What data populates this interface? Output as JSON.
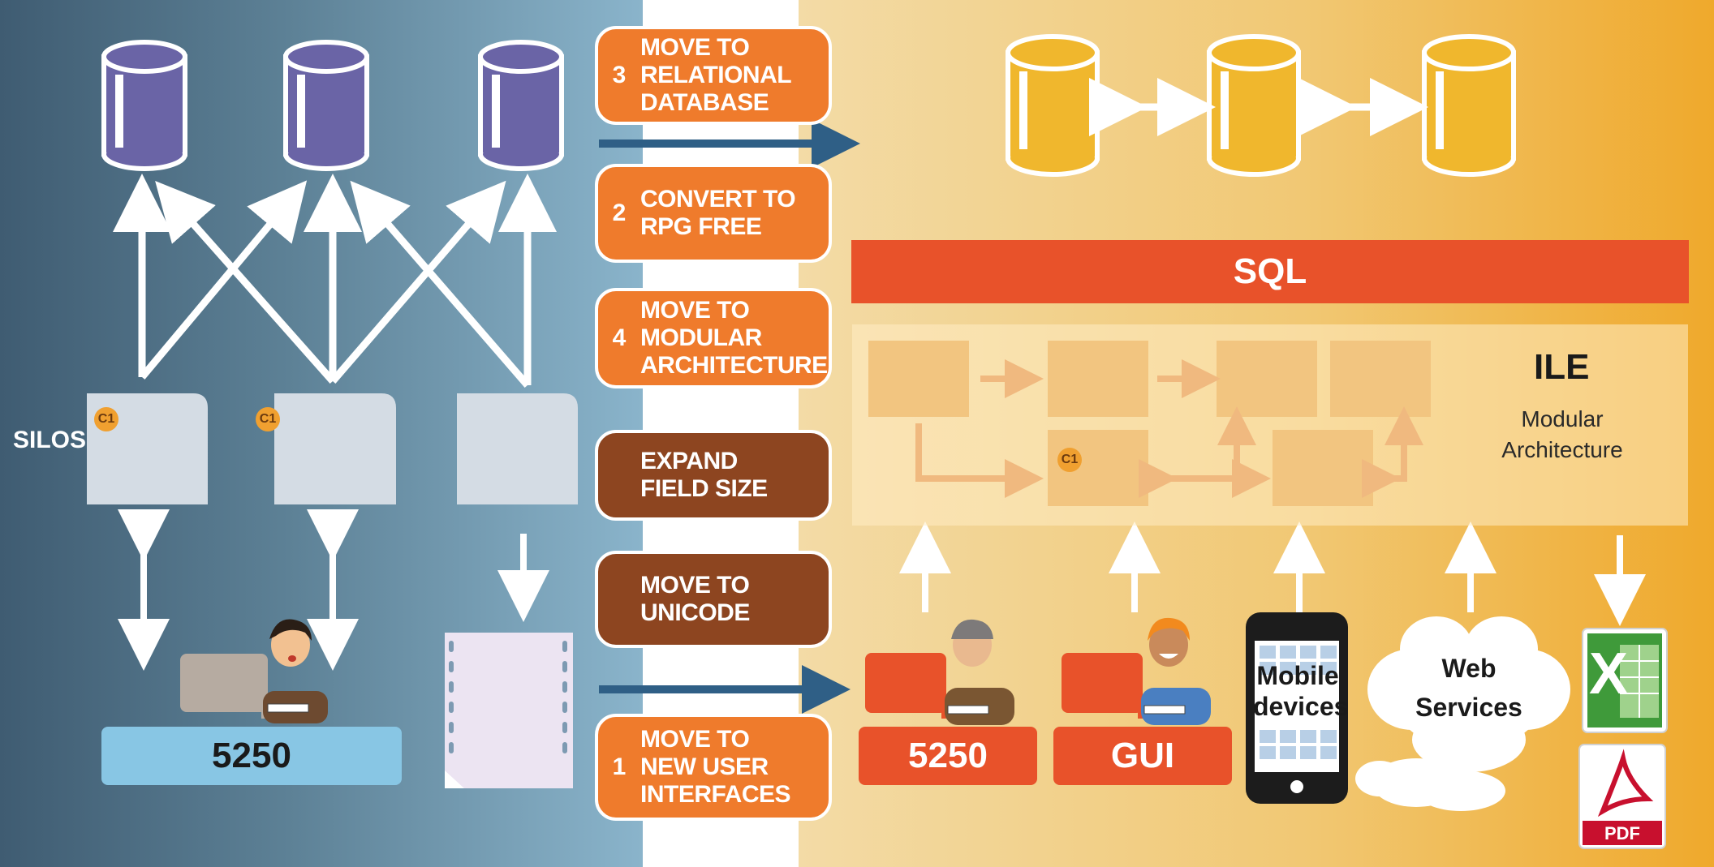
{
  "steps": [
    {
      "number": "3",
      "label": "MOVE TO\nRELATIONAL\nDATABASE"
    },
    {
      "number": "2",
      "label": "CONVERT TO\nRPG FREE"
    },
    {
      "number": "4",
      "label": "MOVE TO\nMODULAR\nARCHITECTURE"
    },
    {
      "number": "",
      "label": "EXPAND\nFIELD SIZE"
    },
    {
      "number": "",
      "label": "MOVE TO\nUNICODE"
    },
    {
      "number": "1",
      "label": "MOVE TO\nNEW USER\nINTERFACES"
    }
  ],
  "left": {
    "silos_label": "SILOS",
    "c1_badge": "C1",
    "terminal_label": "5250"
  },
  "right": {
    "sql_label": "SQL",
    "ile_title": "ILE",
    "ile_subtitle": "Modular\nArchitecture",
    "c1_badge": "C1",
    "terminal_5250_label": "5250",
    "gui_label": "GUI",
    "mobile_label": "Mobile\ndevices",
    "web_label": "Web\nServices",
    "pdf_label": "PDF",
    "excel_label": "X"
  },
  "colors": {
    "left_bg": "#4a6b82",
    "right_bg": "#f1c874",
    "orange_step": "#ef7b2c",
    "brown_step": "#8d4520",
    "sql_bar": "#e8522a",
    "purple_db": "#6a64a6",
    "yellow_db": "#f0b72d",
    "module_box": "#e3952e"
  }
}
